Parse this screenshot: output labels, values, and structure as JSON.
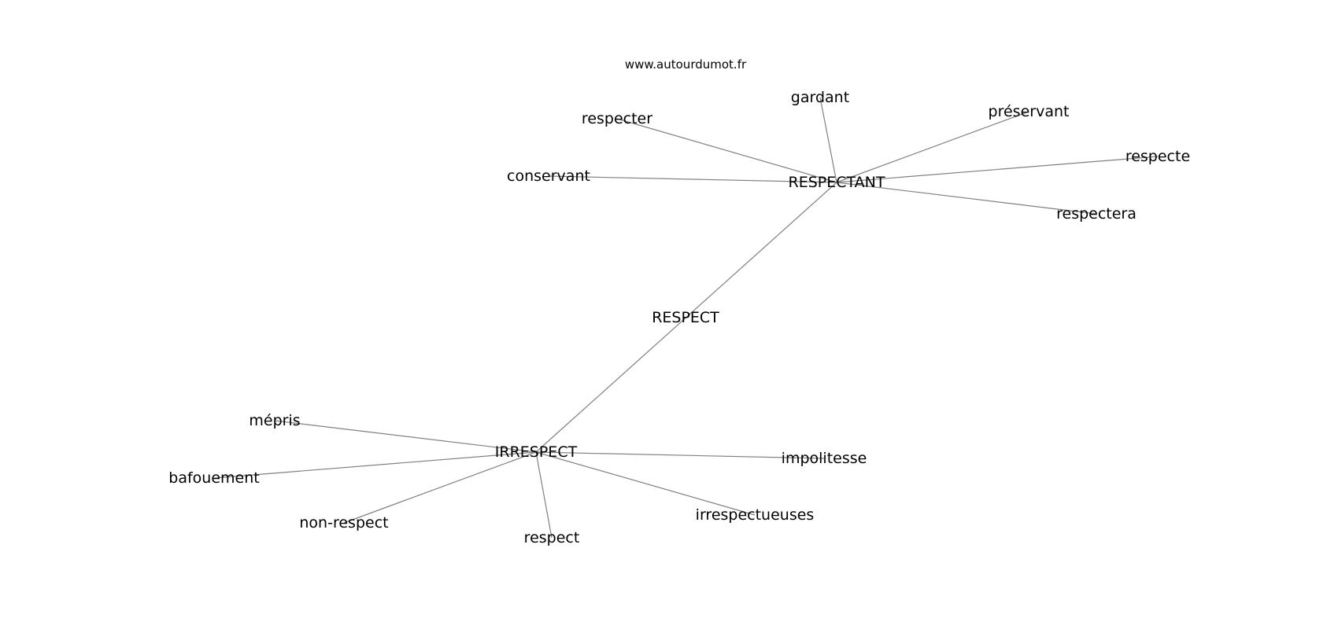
{
  "watermark": "www.autourdumot.fr",
  "graph": {
    "nodes": [
      {
        "id": "respect_hub",
        "label": "RESPECT"
      },
      {
        "id": "respectant",
        "label": "RESPECTANT"
      },
      {
        "id": "irrespect",
        "label": "IRRESPECT"
      },
      {
        "id": "gardant",
        "label": "gardant"
      },
      {
        "id": "respecter",
        "label": "respecter"
      },
      {
        "id": "preservant",
        "label": "préservant"
      },
      {
        "id": "respecte",
        "label": "respecte"
      },
      {
        "id": "conservant",
        "label": "conservant"
      },
      {
        "id": "respectera",
        "label": "respectera"
      },
      {
        "id": "mepris",
        "label": "mépris"
      },
      {
        "id": "bafouement",
        "label": "bafouement"
      },
      {
        "id": "impolitesse",
        "label": "impolitesse"
      },
      {
        "id": "non_respect",
        "label": "non-respect"
      },
      {
        "id": "irrespectueuses",
        "label": "irrespectueuses"
      },
      {
        "id": "respect",
        "label": "respect"
      }
    ],
    "edges": [
      [
        "respectant",
        "irrespect"
      ],
      [
        "respectant",
        "gardant"
      ],
      [
        "respectant",
        "respecter"
      ],
      [
        "respectant",
        "preservant"
      ],
      [
        "respectant",
        "respecte"
      ],
      [
        "respectant",
        "conservant"
      ],
      [
        "respectant",
        "respectera"
      ],
      [
        "irrespect",
        "mepris"
      ],
      [
        "irrespect",
        "bafouement"
      ],
      [
        "irrespect",
        "impolitesse"
      ],
      [
        "irrespect",
        "non_respect"
      ],
      [
        "irrespect",
        "irrespectueuses"
      ],
      [
        "irrespect",
        "respect"
      ]
    ]
  }
}
